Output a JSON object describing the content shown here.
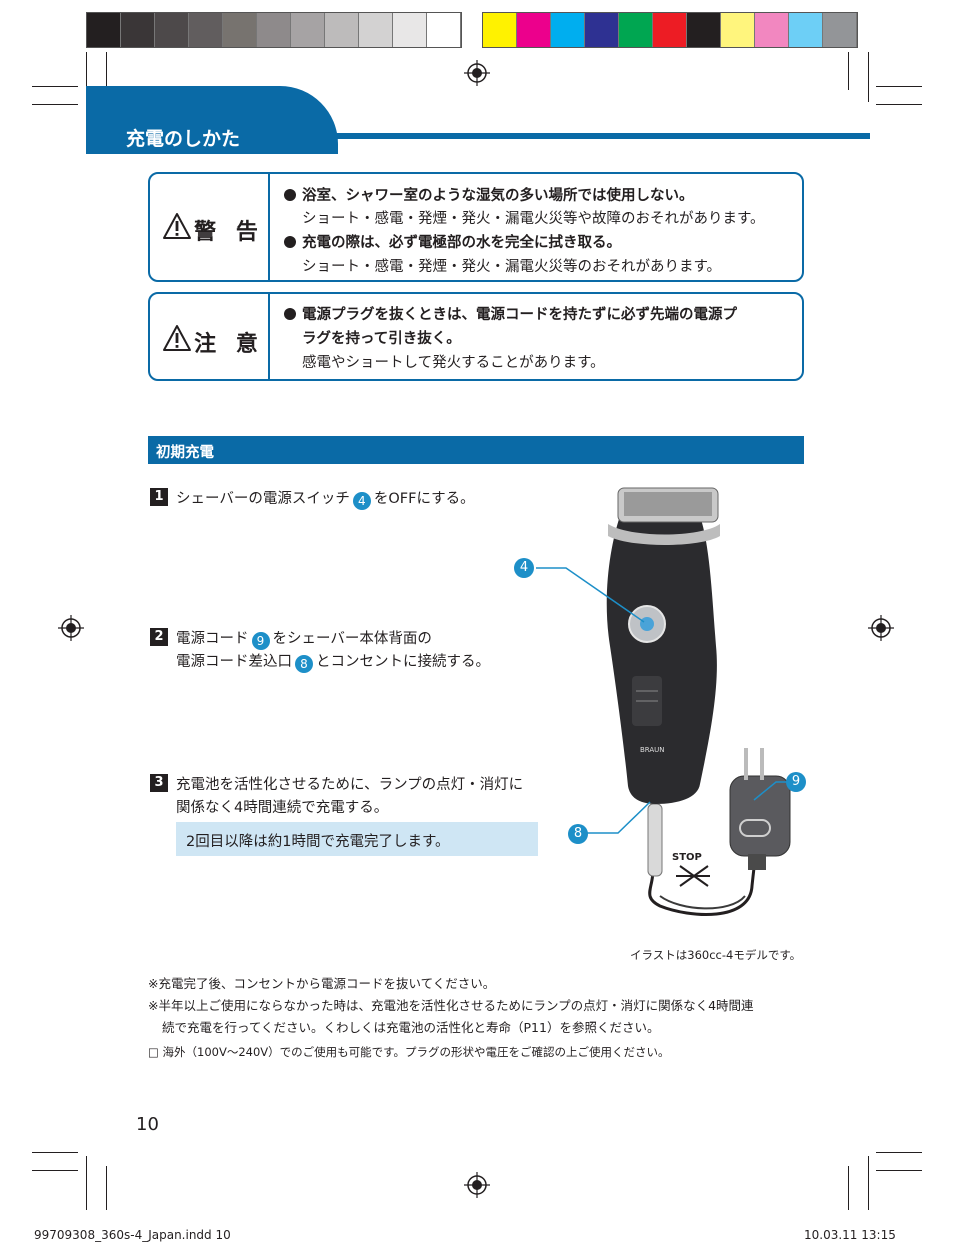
{
  "header": {
    "title": "充電のしかた"
  },
  "warning_box": {
    "label": "警 告",
    "items": [
      {
        "bold": "浴室、シャワー室のような湿気の多い場所では使用しない。",
        "sub": "ショート・感電・発煙・発火・漏電火災等や故障のおそれがあります。"
      },
      {
        "bold": "充電の際は、必ず電極部の水を完全に拭き取る。",
        "sub": "ショート・感電・発煙・発火・漏電火災等のおそれがあります。"
      }
    ]
  },
  "caution_box": {
    "label": "注 意",
    "bold_line1": "電源プラグを抜くときは、電源コードを持たずに必ず先端の電源プ",
    "bold_line2": "ラグを持って引き抜く。",
    "sub": "感電やショートして発火することがあります。"
  },
  "section": {
    "title": "初期充電"
  },
  "steps": [
    {
      "num": "1",
      "pre": "シェーバーの電源スイッチ",
      "ref": "4",
      "post": "をOFFにする。"
    },
    {
      "num": "2",
      "l1_pre": "電源コード",
      "l1_ref": "9",
      "l1_post": "をシェーバー本体背面の",
      "l2_pre": "電源コード差込口",
      "l2_ref": "8",
      "l2_post": "とコンセントに接続する。"
    },
    {
      "num": "3",
      "l1": "充電池を活性化させるために、ランプの点灯・消灯に",
      "l2": "関係なく4時間連続で充電する。"
    }
  ],
  "note": "2回目以降は約1時間で充電完了します。",
  "callouts": {
    "switch": "4",
    "plug": "9",
    "socket": "8"
  },
  "illustration": {
    "caption": "イラストは360cc-4モデルです。",
    "brand": "BRAUN",
    "stop_label": "STOP"
  },
  "footnotes": [
    "※充電完了後、コンセントから電源コードを抜いてください。",
    "※半年以上ご使用にならなかった時は、充電池を活性化させるためにランプの点灯・消灯に関係なく4時間連",
    "続で充電を行ってください。くわしくは充電池の活性化と寿命（P11）を参照ください。",
    "□ 海外（100V～240V）でのご使用も可能です。プラグの形状や電圧をご確認の上ご使用ください。"
  ],
  "page_number": "10",
  "slug": {
    "file": "99709308_360s-4_Japan.indd   10",
    "date": "10.03.11   13:15"
  },
  "colors": {
    "accent": "#0a6aa6",
    "callout": "#1d8fc8",
    "note_bg": "#cfe6f4",
    "gray_bar": [
      "#231f20",
      "#3a3637",
      "#4d494a",
      "#615d5e",
      "#77736f",
      "#8e8a8b",
      "#a6a3a4",
      "#bdbbbb",
      "#d3d2d2",
      "#e8e7e7",
      "#ffffff"
    ],
    "color_bar": [
      "#fff200",
      "#ec008c",
      "#00aeef",
      "#2e3192",
      "#00a651",
      "#ed1c24",
      "#231f20",
      "#fff57d",
      "#f287c0",
      "#6dcff6",
      "#939598"
    ]
  }
}
